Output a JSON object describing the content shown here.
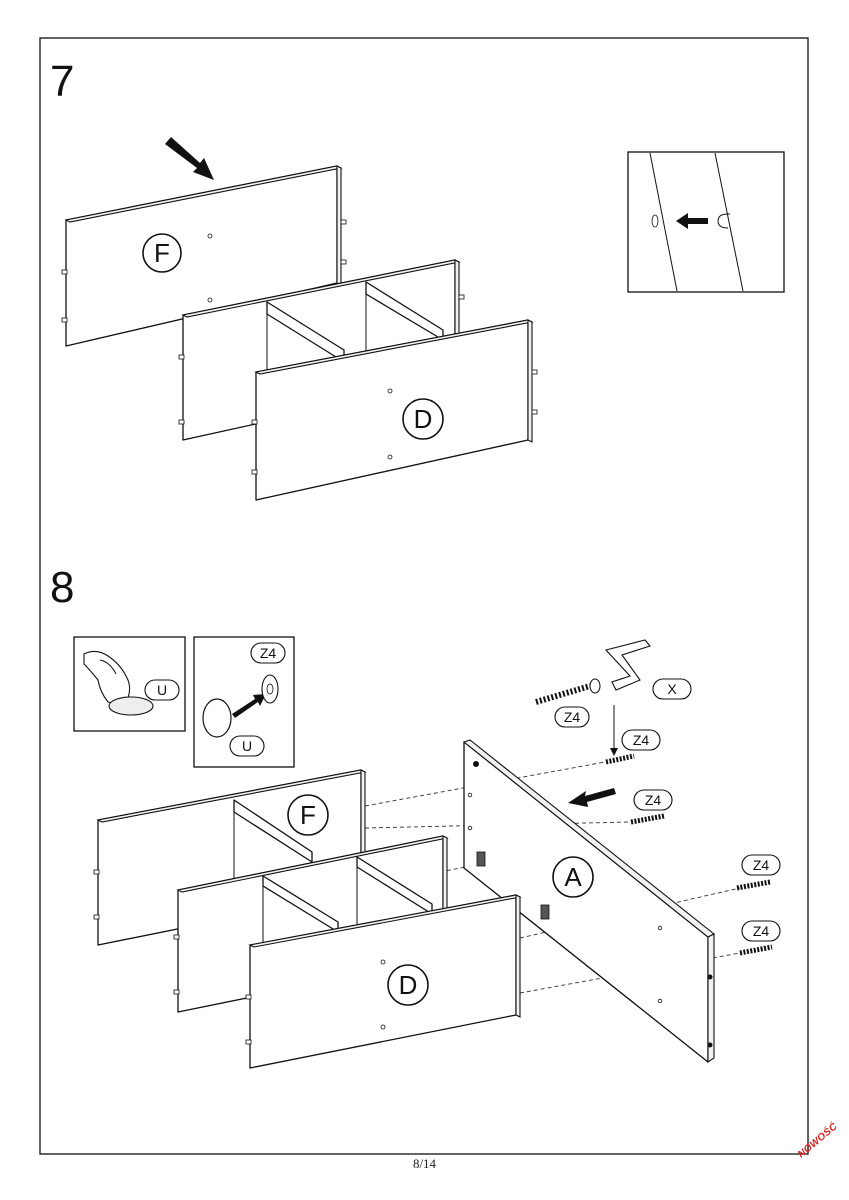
{
  "step7": {
    "number": "7",
    "panel_F": "F",
    "panel_D": "D"
  },
  "step8": {
    "number": "8",
    "panel_F": "F",
    "panel_D": "D",
    "panel_A": "A",
    "inset_hand_label": "U",
    "inset_pad_top_label": "Z4",
    "inset_pad_bottom_label": "U",
    "tool_label": "X",
    "screw_label_1": "Z4",
    "screw_label_2": "Z4",
    "screw_label_3": "Z4",
    "screw_label_4": "Z4",
    "screw_label_5": "Z4"
  },
  "footer": {
    "page": "8/14",
    "badge": "NOWOŚĆ"
  },
  "colors": {
    "line": "#111111",
    "badge": "#e02020"
  }
}
